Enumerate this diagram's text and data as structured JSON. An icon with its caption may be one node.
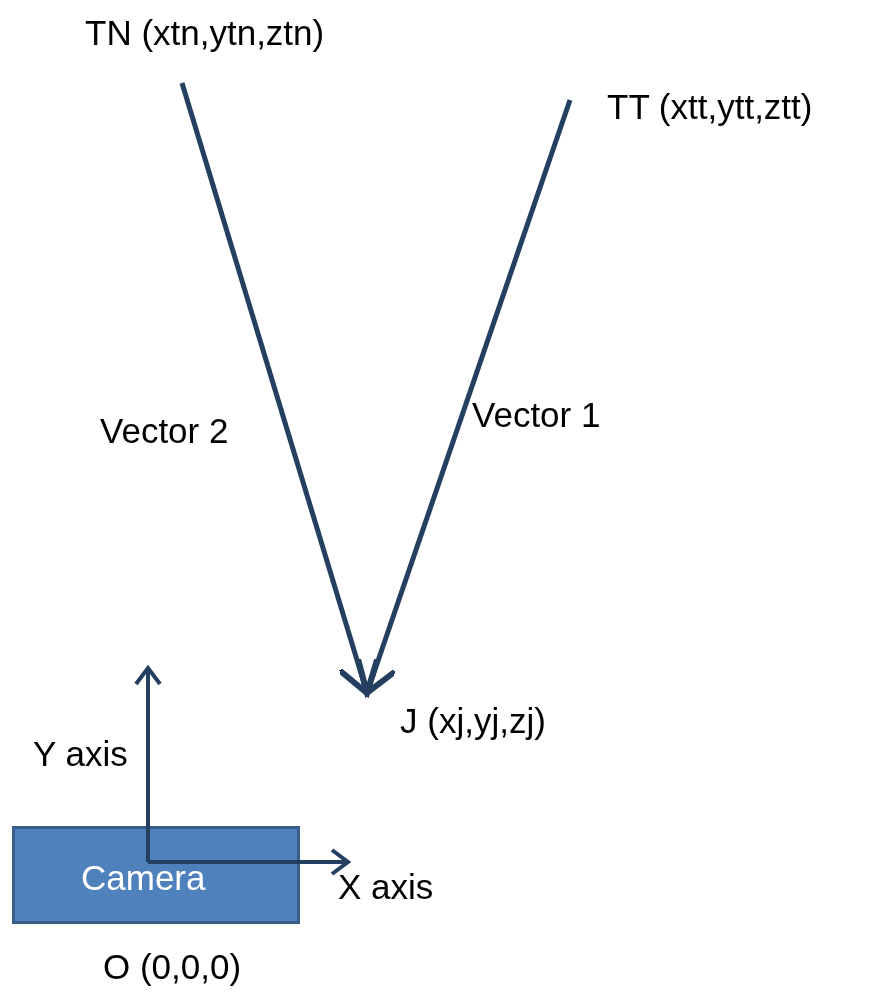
{
  "diagram": {
    "nodes": [
      {
        "text": [
          "TN (xtn,ytn,ztn)"
        ]
      },
      {
        "text": [
          "TT (xtt,ytt,ztt)"
        ]
      },
      {
        "text": [
          "J (xj,yj,zj)"
        ]
      },
      {
        "text": [
          "Camera"
        ]
      }
    ],
    "edges": [
      {
        "from": 0,
        "to": 2,
        "arrow": "to",
        "label": "Vector 2"
      },
      {
        "from": 1,
        "to": 2,
        "arrow": "to",
        "label": "Vector 1"
      }
    ],
    "labels": [
      "Y axis",
      "X axis",
      "O (0,0,0)"
    ]
  }
}
